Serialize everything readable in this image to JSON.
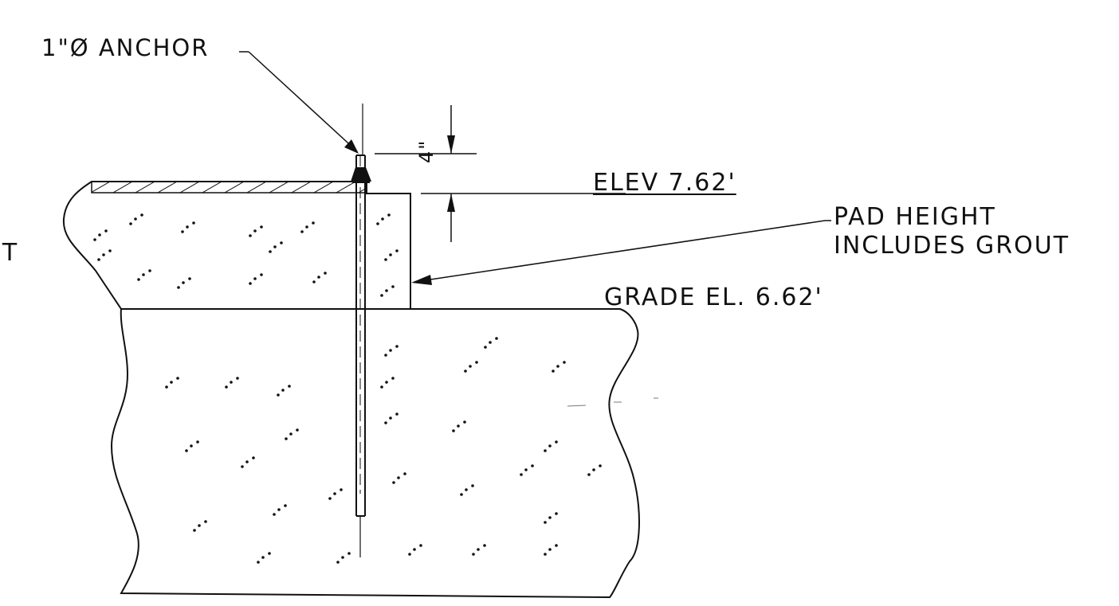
{
  "labels": {
    "anchor": "1\"Ø ANCHOR",
    "elevation": "ELEV 7.62'",
    "pad_height_line1": "PAD HEIGHT",
    "pad_height_line2": "INCLUDES GROUT",
    "grade": "GRADE EL. 6.62'",
    "dimension": "4\"",
    "cut_off_left": "JT"
  },
  "colors": {
    "ink": "#111111",
    "background": "#ffffff"
  }
}
